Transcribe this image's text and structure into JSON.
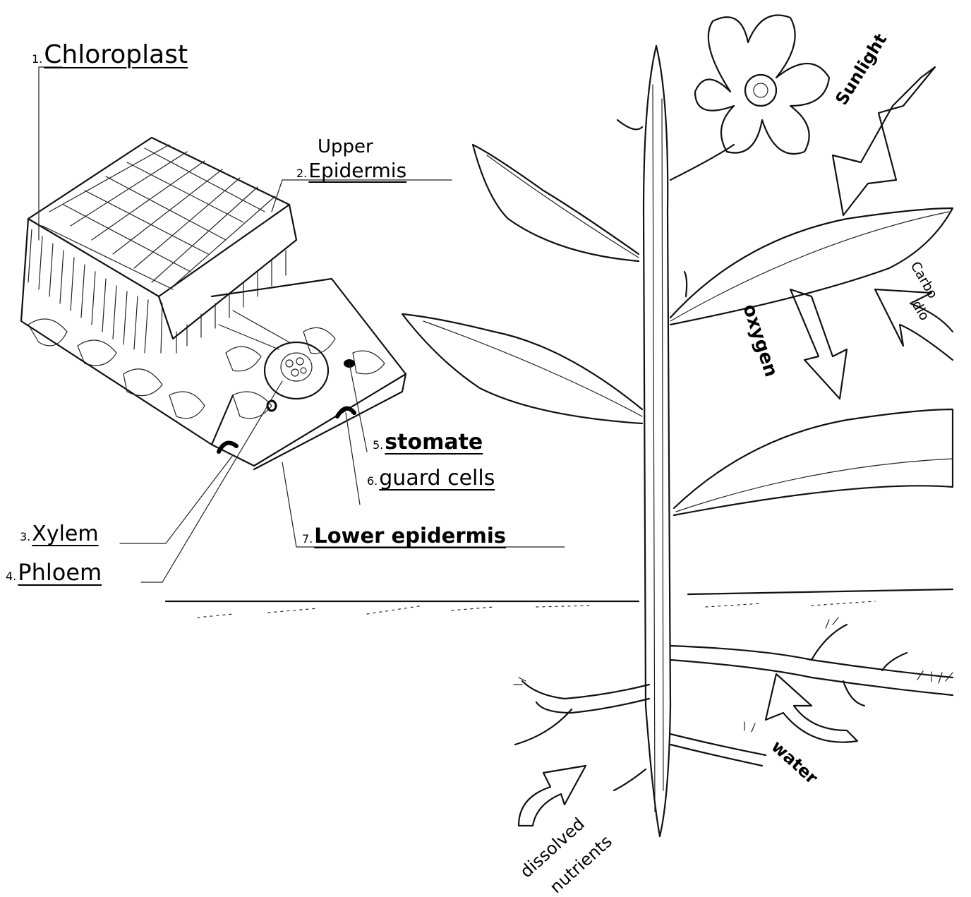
{
  "labels": {
    "chloroplast": {
      "num": "1.",
      "text": "Chloroplast"
    },
    "upper_epidermis": {
      "line1": "Upper",
      "num": "2.",
      "text": "Epidermis"
    },
    "xylem": {
      "num": "3.",
      "text": "Xylem"
    },
    "phloem": {
      "num": "4.",
      "text": "Phloem"
    },
    "stomate": {
      "num": "5.",
      "text": "stomate"
    },
    "guard_cells": {
      "num": "6.",
      "text": "guard cells"
    },
    "lower_epidermis": {
      "num": "7.",
      "text": "Lower epidermis"
    }
  },
  "arrows": {
    "sunlight": "Sunlight",
    "carbon_dioxide_1": "Carbo",
    "carbon_dioxide_2": "dio",
    "oxygen": "oxygen",
    "water": "water",
    "dissolved": "dissolved",
    "nutrients": "nutrients"
  }
}
